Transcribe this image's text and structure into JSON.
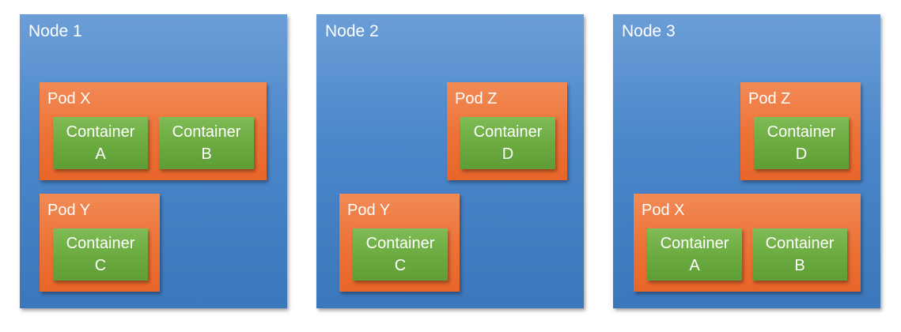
{
  "nodes": [
    {
      "label": "Node 1",
      "pods": [
        {
          "label": "Pod X",
          "containers": [
            {
              "line1": "Container",
              "line2": "A"
            },
            {
              "line1": "Container",
              "line2": "B"
            }
          ]
        },
        {
          "label": "Pod Y",
          "containers": [
            {
              "line1": "Container",
              "line2": "C"
            }
          ]
        }
      ]
    },
    {
      "label": "Node 2",
      "pods": [
        {
          "label": "Pod Z",
          "containers": [
            {
              "line1": "Container",
              "line2": "D"
            }
          ]
        },
        {
          "label": "Pod Y",
          "containers": [
            {
              "line1": "Container",
              "line2": "C"
            }
          ]
        }
      ]
    },
    {
      "label": "Node 3",
      "pods": [
        {
          "label": "Pod Z",
          "containers": [
            {
              "line1": "Container",
              "line2": "D"
            }
          ]
        },
        {
          "label": "Pod X",
          "containers": [
            {
              "line1": "Container",
              "line2": "A"
            },
            {
              "line1": "Container",
              "line2": "B"
            }
          ]
        }
      ]
    }
  ],
  "colors": {
    "node": "#4a86c9",
    "pod": "#ec7236",
    "container": "#6aaa3f",
    "text": "#ffffff"
  }
}
